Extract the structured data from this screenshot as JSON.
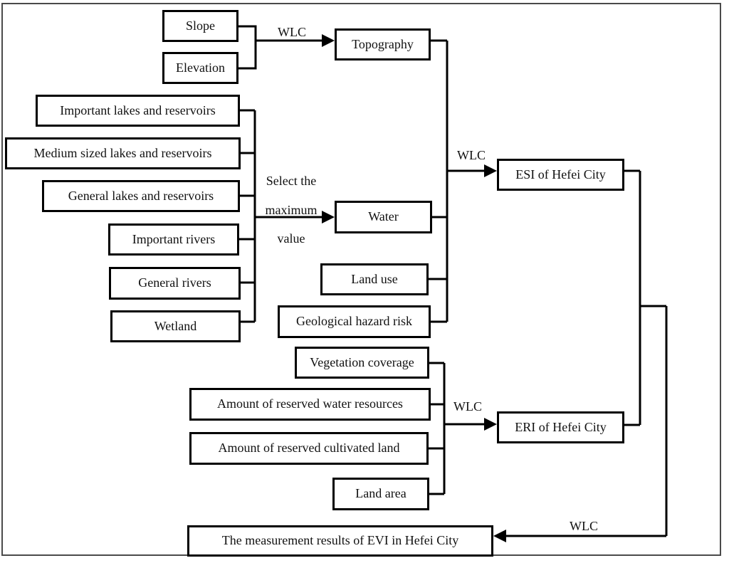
{
  "boxes": {
    "slope": "Slope",
    "elevation": "Elevation",
    "topography": "Topography",
    "important_lakes": "Important lakes and reservoirs",
    "medium_lakes": "Medium sized lakes and reservoirs",
    "general_lakes": "General lakes and reservoirs",
    "important_rivers": "Important rivers",
    "general_rivers": "General rivers",
    "wetland": "Wetland",
    "water": "Water",
    "land_use": "Land use",
    "geo_hazard": "Geological hazard risk",
    "veg_coverage": "Vegetation coverage",
    "reserved_water": "Amount of reserved water resources",
    "reserved_cultivated": "Amount of reserved cultivated land",
    "land_area": "Land area",
    "esi": "ESI of Hefei City",
    "eri": "ERI of Hefei City",
    "evi": "The measurement results of EVI in Hefei City"
  },
  "labels": {
    "wlc_topography": "WLC",
    "wlc_esi": "WLC",
    "wlc_eri": "WLC",
    "wlc_evi": "WLC",
    "select_max_line1": "Select the",
    "select_max_line2": "maximum",
    "select_max_line3": "value"
  },
  "colors": {
    "line": "#000000",
    "box_border": "#000000",
    "frame_border": "#4a4a4a",
    "background": "#ffffff",
    "text": "#111111"
  }
}
